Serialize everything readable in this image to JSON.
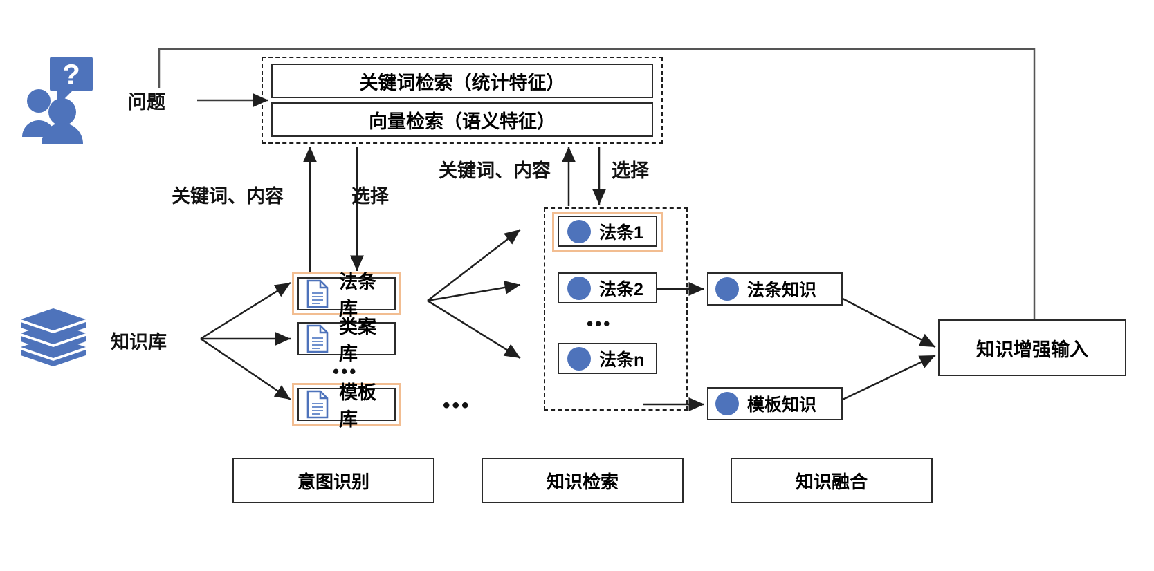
{
  "diagram": {
    "title": "知识增强检索流程图",
    "accent_orange": "#f2bd91",
    "accent_blue": "#4e73bb",
    "line_color": "#1f1f1f"
  },
  "actors": {
    "user_icon": "people-question-icon",
    "knowledge_icon": "books-icon"
  },
  "edge_labels": {
    "question": "问题",
    "knowledge_base": "知识库",
    "keyword_content_left": "关键词、内容",
    "select_left": "选择",
    "keyword_content_right": "关键词、内容",
    "select_right": "选择"
  },
  "retrieval": {
    "items": [
      {
        "label": "关键词检索（统计特征）"
      },
      {
        "label": "向量检索（语义特征）"
      }
    ]
  },
  "libraries": {
    "items": [
      {
        "label": "法条库",
        "highlighted": true
      },
      {
        "label": "类案库",
        "highlighted": false
      },
      {
        "label": "模板库",
        "highlighted": true
      }
    ],
    "ellipsis": "•••",
    "ellipsis_right": "•••"
  },
  "laws": {
    "items": [
      {
        "label": "法条1",
        "highlighted": true
      },
      {
        "label": "法条2",
        "highlighted": false
      },
      {
        "label": "法条n",
        "highlighted": false
      }
    ],
    "ellipsis": "•••"
  },
  "knowledge": {
    "items": [
      {
        "label": "法条知识"
      },
      {
        "label": "模板知识"
      }
    ]
  },
  "output": {
    "label": "知识增强输入"
  },
  "stages": [
    {
      "label": "意图识别"
    },
    {
      "label": "知识检索"
    },
    {
      "label": "知识融合"
    }
  ]
}
